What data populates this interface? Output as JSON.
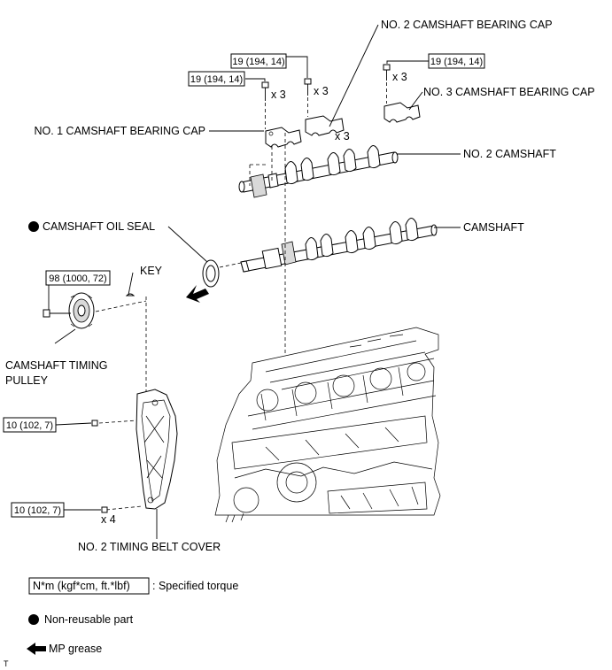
{
  "labels": {
    "no2_cap": "NO. 2 CAMSHAFT BEARING CAP",
    "no3_cap": "NO. 3 CAMSHAFT BEARING CAP",
    "no1_cap": "NO. 1 CAMSHAFT BEARING CAP",
    "no2_camshaft": "NO. 2 CAMSHAFT",
    "oil_seal": "CAMSHAFT OIL SEAL",
    "camshaft": "CAMSHAFT",
    "key": "KEY",
    "pulley_line1": "CAMSHAFT TIMING",
    "pulley_line2": "PULLEY",
    "belt_cover": "NO. 2 TIMING BELT COVER"
  },
  "torques": {
    "no2_cap_bolt": "19 (194, 14)",
    "no1_cap_bolt": "19 (194, 14)",
    "no3_cap_bolt": "19 (194, 14)",
    "pulley_bolt": "98 (1000, 72)",
    "cover_bolt_upper": "10 (102, 7)",
    "cover_bolt_lower": "10 (102, 7)"
  },
  "quantities": {
    "no1_bolts": "x 3",
    "no2_bolts": "x 3",
    "no3_bolts": "x 3",
    "no2_caps": "x 3",
    "cover_bolts": "x 4"
  },
  "legend": {
    "torque_box": "N*m (kgf*cm, ft.*lbf)",
    "torque_text": ": Specified torque",
    "nonreusable_text": "Non-reusable part",
    "grease_text": "MP grease"
  },
  "corner_mark": "T"
}
